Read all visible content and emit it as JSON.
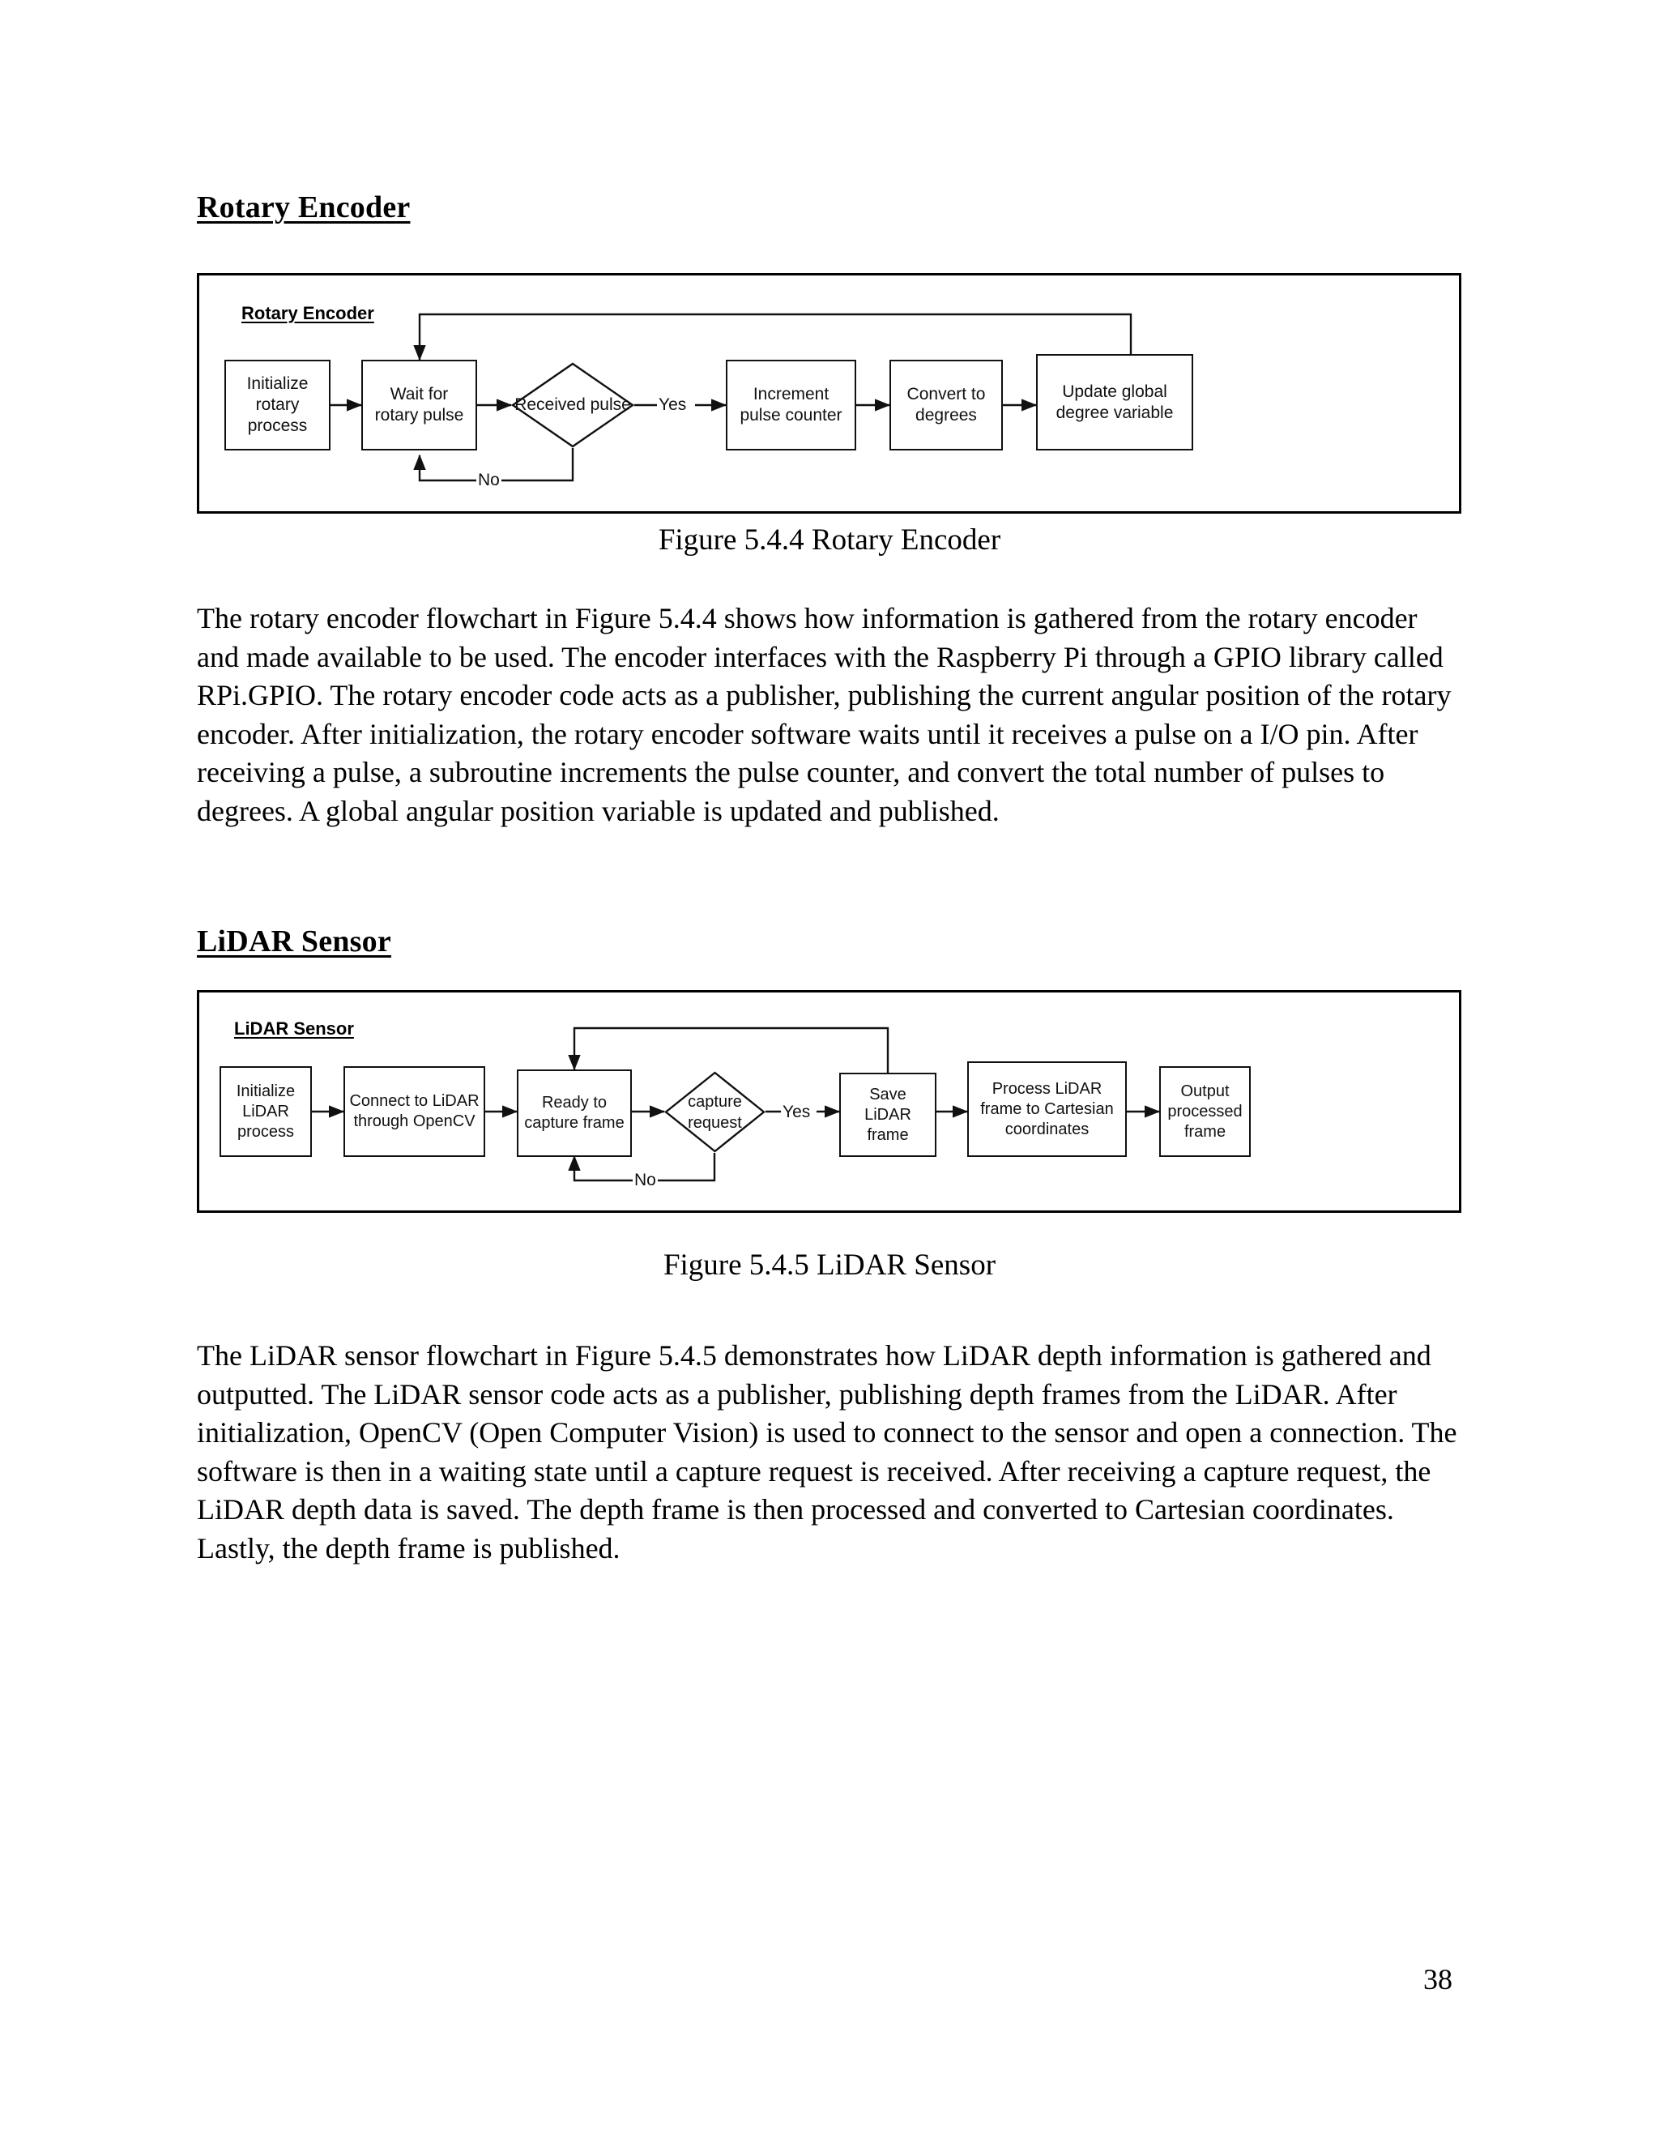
{
  "document": {
    "page_number": "38"
  },
  "sections": {
    "rotary": {
      "heading": "Rotary Encoder",
      "figure_label": "Rotary Encoder",
      "caption": "Figure 5.4.4 Rotary Encoder",
      "paragraph": "The rotary encoder flowchart in Figure 5.4.4 shows how information is gathered from the rotary encoder and made available to be used. The encoder interfaces with the Raspberry Pi through a GPIO library called RPi.GPIO. The rotary encoder code acts as a publisher, publishing the current angular position of the rotary encoder. After initialization, the rotary encoder software waits until it receives a pulse on a I/O pin. After receiving a pulse, a subroutine increments the pulse counter, and convert the total number of pulses to degrees. A global angular position variable is updated and published.",
      "nodes": [
        {
          "id": "init",
          "label": "Initialize rotary process",
          "shape": "rect"
        },
        {
          "id": "wait",
          "label": "Wait for rotary pulse",
          "shape": "rect"
        },
        {
          "id": "decision",
          "label": "Received pulse",
          "shape": "diamond"
        },
        {
          "id": "increment",
          "label": "Increment pulse counter",
          "shape": "rect"
        },
        {
          "id": "convert",
          "label": "Convert to degrees",
          "shape": "rect"
        },
        {
          "id": "update",
          "label": "Update global degree variable",
          "shape": "rect"
        }
      ],
      "edge_labels": {
        "yes": "Yes",
        "no": "No"
      }
    },
    "lidar": {
      "heading": "LiDAR Sensor",
      "figure_label": "LiDAR Sensor",
      "caption": "Figure 5.4.5 LiDAR Sensor",
      "paragraph": "The LiDAR sensor flowchart in Figure 5.4.5 demonstrates how LiDAR depth information is gathered and outputted. The LiDAR sensor code acts as a publisher, publishing depth frames from the LiDAR. After initialization, OpenCV (Open Computer Vision) is used to connect to the sensor and open a connection. The software is then in a waiting state until a capture request is received. After receiving a capture request, the LiDAR depth data is saved. The depth frame is then processed and converted to Cartesian coordinates. Lastly, the depth frame is published.",
      "nodes": [
        {
          "id": "init",
          "label": "Initialize LiDAR process",
          "shape": "rect"
        },
        {
          "id": "connect",
          "label": "Connect to LiDAR through OpenCV",
          "shape": "rect"
        },
        {
          "id": "ready",
          "label": "Ready to capture frame",
          "shape": "rect"
        },
        {
          "id": "decision",
          "label": "capture request",
          "shape": "diamond"
        },
        {
          "id": "save",
          "label": "Save LiDAR frame",
          "shape": "rect"
        },
        {
          "id": "process",
          "label": "Process LiDAR frame to  Cartesian coordinates",
          "shape": "rect"
        },
        {
          "id": "output",
          "label": "Output processed frame",
          "shape": "rect"
        }
      ],
      "edge_labels": {
        "yes": "Yes",
        "no": "No"
      }
    }
  },
  "colors": {
    "ink": "#000000",
    "node_stroke": "#111111",
    "page_background": "#ffffff"
  }
}
